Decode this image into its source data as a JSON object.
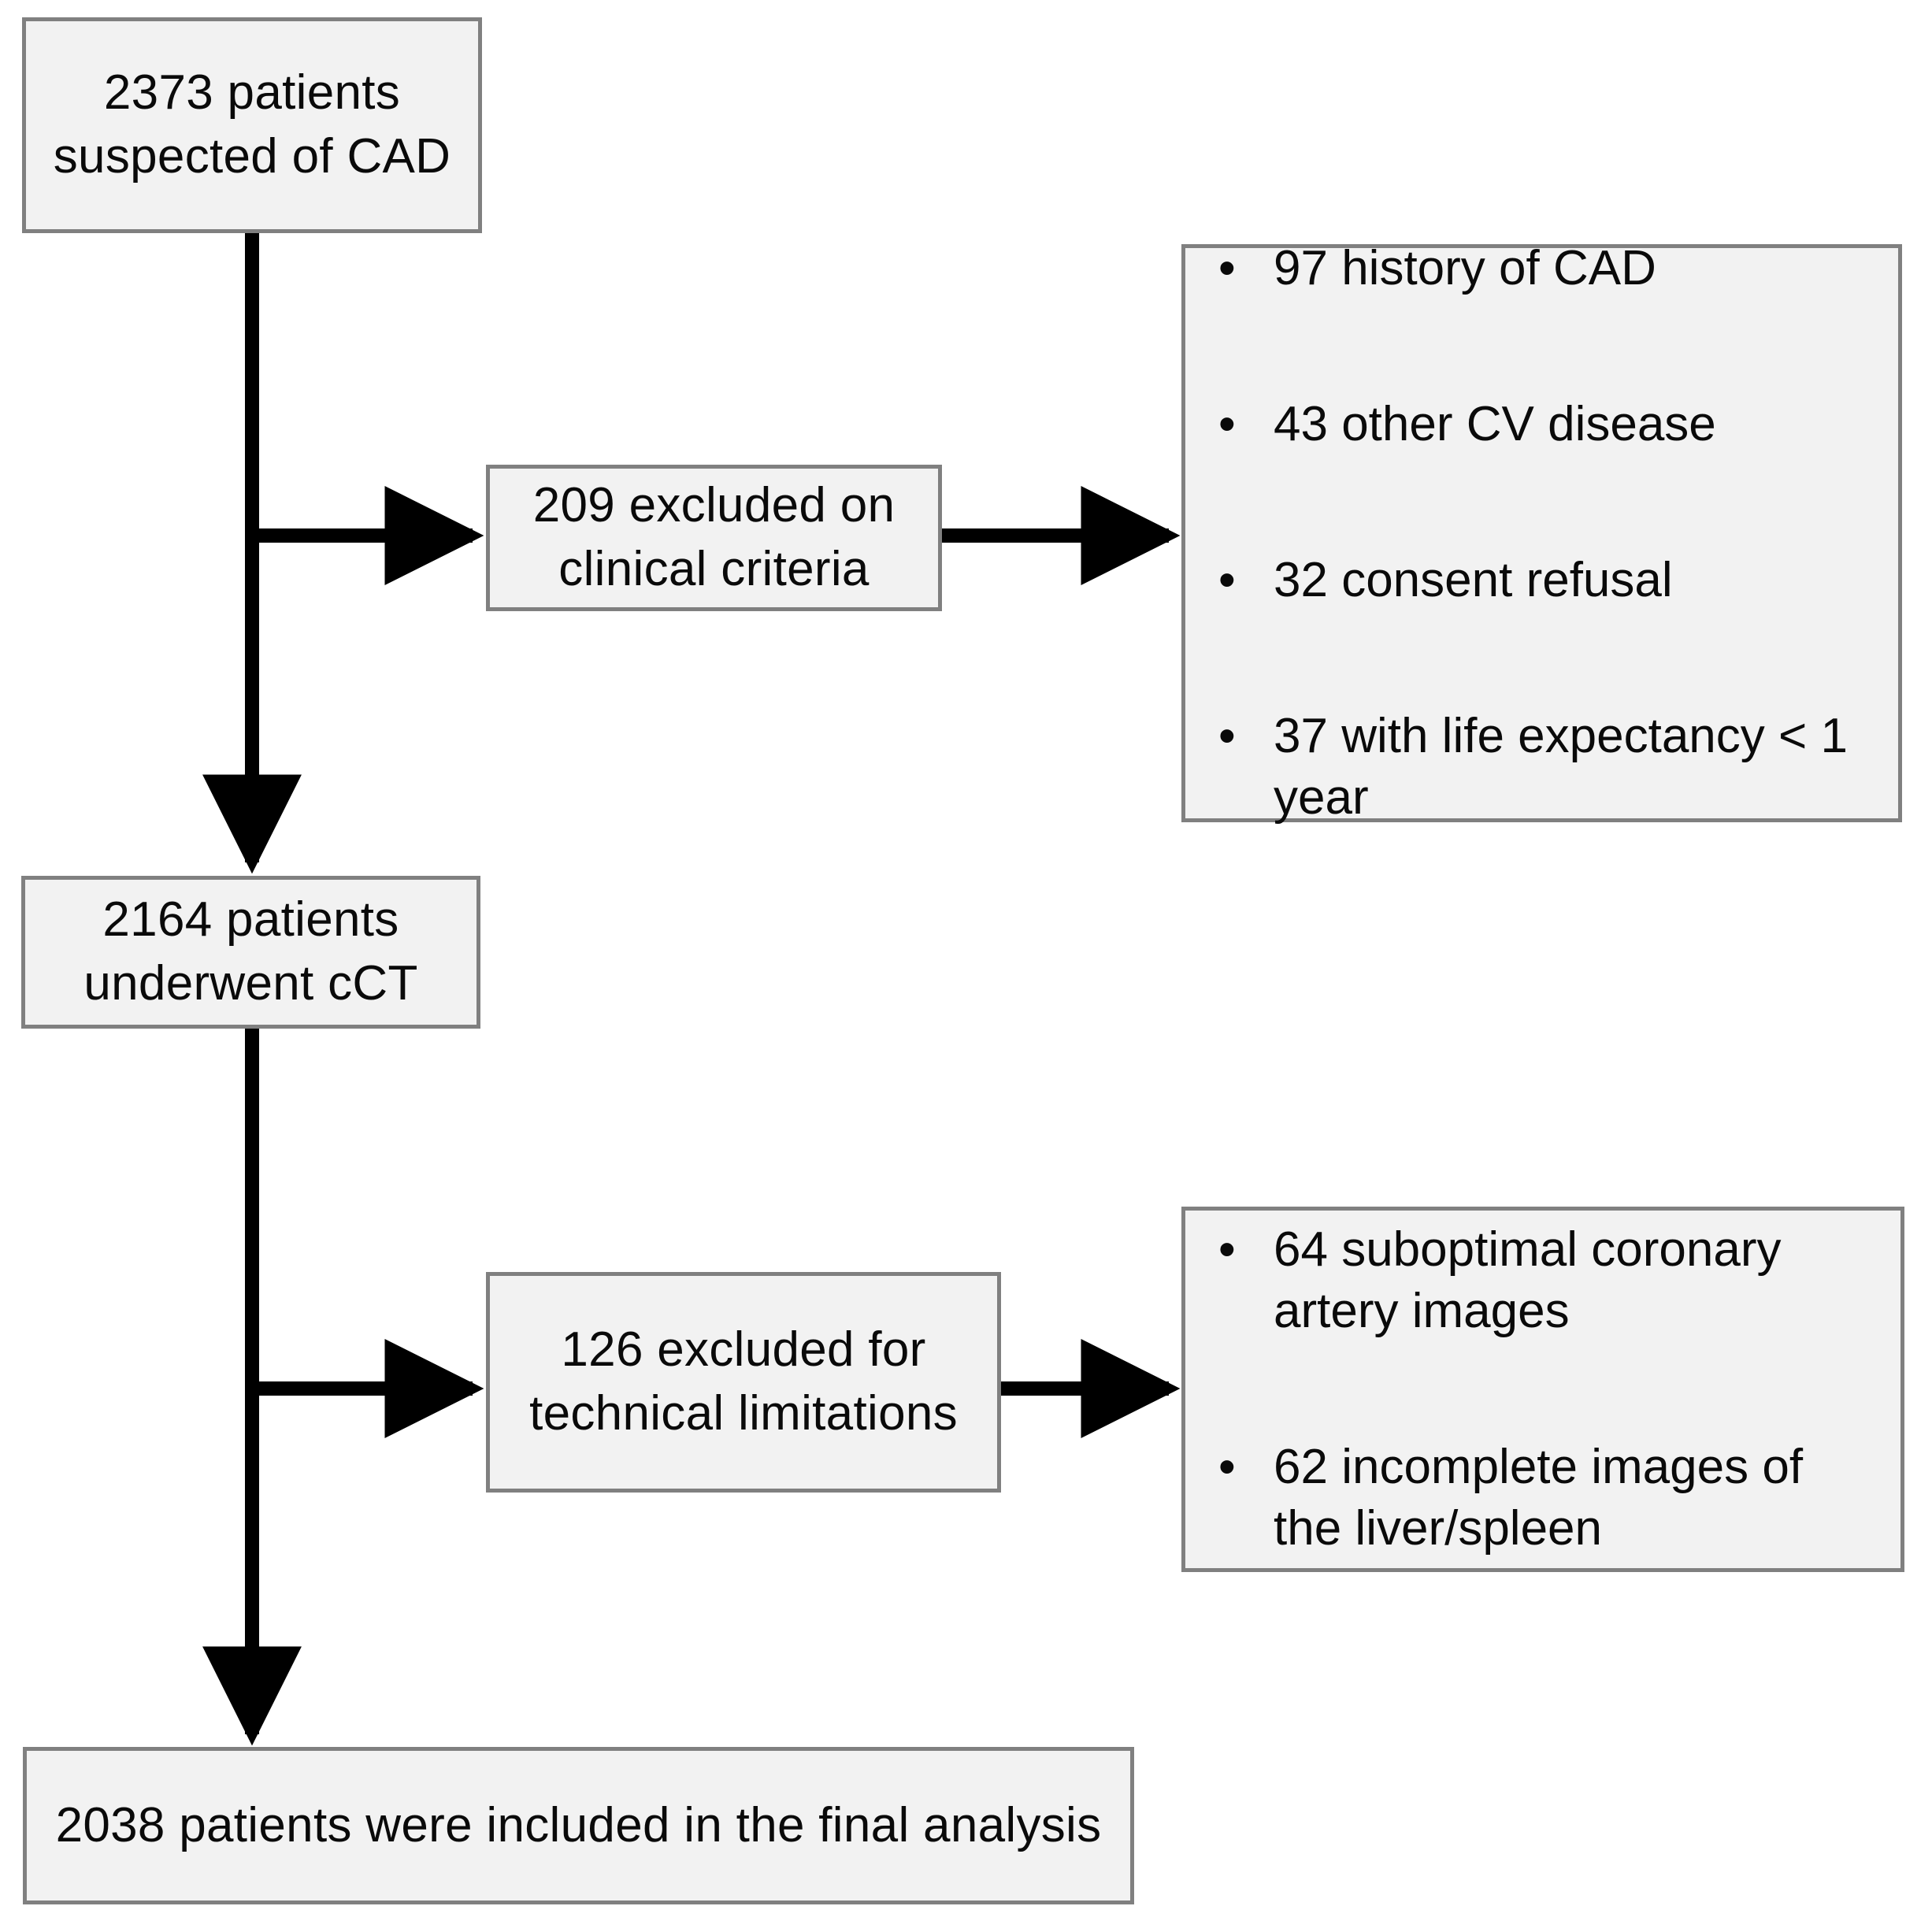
{
  "diagram": {
    "type": "patient-flow-diagram",
    "colors": {
      "box_fill": "#f2f2f2",
      "box_border": "#808080",
      "connector": "#000000",
      "text": "#0a0a0a"
    },
    "nodes": {
      "enrolled": {
        "id": "enrolled",
        "text": "2373 patients suspected of CAD",
        "count": 2373
      },
      "excluded_clinical": {
        "id": "excluded-clinical",
        "text": "209 excluded on clinical criteria",
        "count": 209
      },
      "exclusion_reasons_clinical": {
        "id": "exclusion-reasons-clinical",
        "items": [
          {
            "label": "97 history of CAD",
            "count": 97
          },
          {
            "label": "43 other CV disease",
            "count": 43
          },
          {
            "label": "32 consent refusal",
            "count": 32
          },
          {
            "label": "37 with life expectancy < 1 year",
            "count": 37
          }
        ]
      },
      "underwent_cct": {
        "id": "underwent-cct",
        "text": "2164 patients underwent cCT",
        "count": 2164
      },
      "excluded_technical": {
        "id": "excluded-technical",
        "text": "126 excluded for technical limitations",
        "count": 126
      },
      "exclusion_reasons_technical": {
        "id": "exclusion-reasons-technical",
        "items": [
          {
            "label": "64 suboptimal coronary artery images",
            "count": 64
          },
          {
            "label": "62 incomplete images of the liver/spleen",
            "count": 62
          }
        ]
      },
      "final_analysis": {
        "id": "final-analysis",
        "text": "2038 patients were included in the final analysis",
        "count": 2038
      }
    },
    "bullet_glyph": "•"
  }
}
